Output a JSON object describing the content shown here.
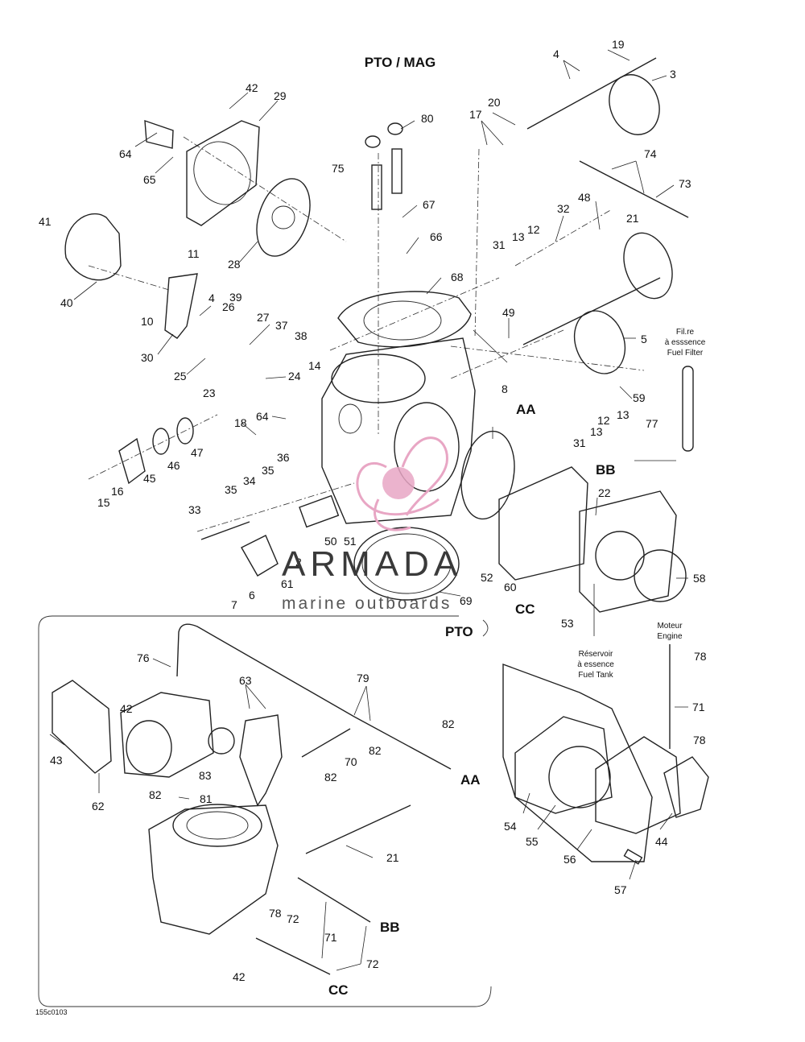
{
  "title": "PTO / MAG",
  "section_labels": {
    "pto": "PTO",
    "aa_top": "AA",
    "bb_top": "BB",
    "cc_top": "CC",
    "aa_bottom": "AA",
    "bb_bottom": "BB",
    "cc_bottom": "CC"
  },
  "annotations": {
    "fuel_filter_line1": "Fil.re",
    "fuel_filter_line2": "à esssence",
    "fuel_filter_line3": "Fuel Filter",
    "fuel_tank_line1": "Réservoir",
    "fuel_tank_line2": "à essence",
    "fuel_tank_line3": "Fuel Tank",
    "engine_line1": "Moteur",
    "engine_line2": "Engine"
  },
  "reference_code": "155c0103",
  "watermark": {
    "brand": "ARMADA",
    "tagline": "marine outboards"
  },
  "callouts": [
    "19",
    "4",
    "3",
    "42",
    "29",
    "17",
    "20",
    "80",
    "64",
    "65",
    "75",
    "41",
    "74",
    "73",
    "67",
    "48",
    "32",
    "66",
    "21",
    "13",
    "12",
    "31",
    "68",
    "28",
    "11",
    "40",
    "39",
    "4",
    "26",
    "10",
    "27",
    "37",
    "38",
    "30",
    "25",
    "14",
    "24",
    "49",
    "5",
    "23",
    "8",
    "AA",
    "59",
    "18",
    "64",
    "12",
    "13",
    "77",
    "31",
    "13",
    "36",
    "47",
    "46",
    "45",
    "35",
    "34",
    "35",
    "16",
    "15",
    "33",
    "50",
    "51",
    "2",
    "61",
    "6",
    "7",
    "22",
    "58",
    "52",
    "60",
    "69",
    "53",
    "76",
    "63",
    "79",
    "42",
    "43",
    "62",
    "82",
    "82",
    "70",
    "82",
    "83",
    "82",
    "81",
    "21",
    "78",
    "72",
    "71",
    "42",
    "72",
    "78",
    "71",
    "78",
    "54",
    "55",
    "56",
    "44",
    "57"
  ]
}
